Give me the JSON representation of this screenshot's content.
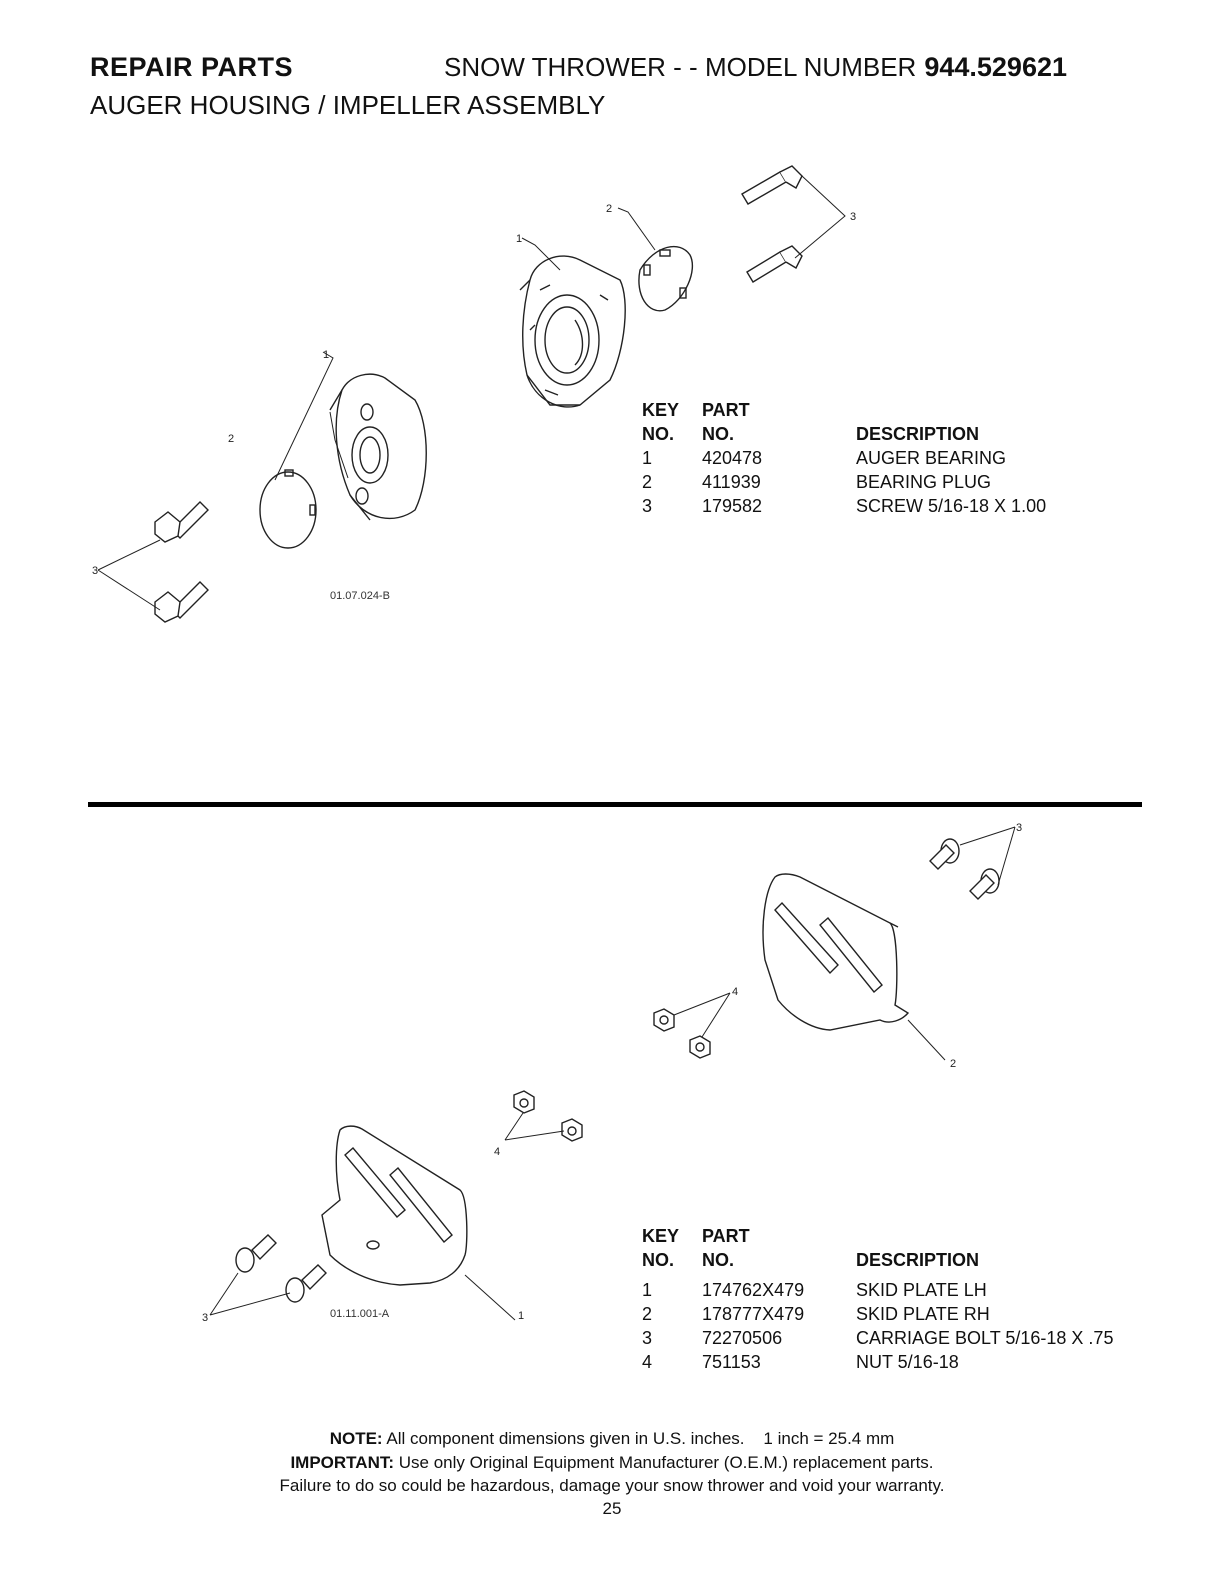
{
  "header": {
    "left": "REPAIR PARTS",
    "center": "SNOW THROWER - - MODEL NUMBER",
    "model": "944.529621",
    "subtitle": "AUGER HOUSING / IMPELLER ASSEMBLY"
  },
  "section1": {
    "figure_code": "01.07.024-B",
    "callouts": [
      "1",
      "2",
      "3",
      "1",
      "2",
      "3"
    ],
    "table": {
      "headers": {
        "key_top": "KEY",
        "key_bottom": "NO.",
        "part_top": "PART",
        "part_bottom": "NO.",
        "description": "DESCRIPTION"
      },
      "rows": [
        {
          "key": "1",
          "part": "420478",
          "description": "AUGER BEARING"
        },
        {
          "key": "2",
          "part": "411939",
          "description": "BEARING PLUG"
        },
        {
          "key": "3",
          "part": "179582",
          "description": "SCREW 5/16-18 X 1.00"
        }
      ]
    }
  },
  "section2": {
    "figure_code": "01.11.001-A",
    "callouts": [
      "3",
      "4",
      "2",
      "4",
      "3",
      "1"
    ],
    "table": {
      "headers": {
        "key_top": "KEY",
        "key_bottom": "NO.",
        "part_top": "PART",
        "part_bottom": "NO.",
        "description": "DESCRIPTION"
      },
      "rows": [
        {
          "key": "1",
          "part": "174762X479",
          "description": "SKID PLATE LH"
        },
        {
          "key": "2",
          "part": "178777X479",
          "description": "SKID PLATE RH"
        },
        {
          "key": "3",
          "part": "72270506",
          "description": "CARRIAGE BOLT 5/16-18 X .75"
        },
        {
          "key": "4",
          "part": "751153",
          "description": "NUT 5/16-18"
        }
      ]
    }
  },
  "footer": {
    "note_label": "NOTE:",
    "note_text": "All component dimensions given in U.S. inches.",
    "note_conversion": "1 inch = 25.4 mm",
    "important_label": "IMPORTANT:",
    "important_text": "Use only Original Equipment Manufacturer (O.E.M.) replacement parts.",
    "warning_text": "Failure to do so could be hazardous, damage your snow thrower and void your warranty.",
    "page_number": "25"
  }
}
